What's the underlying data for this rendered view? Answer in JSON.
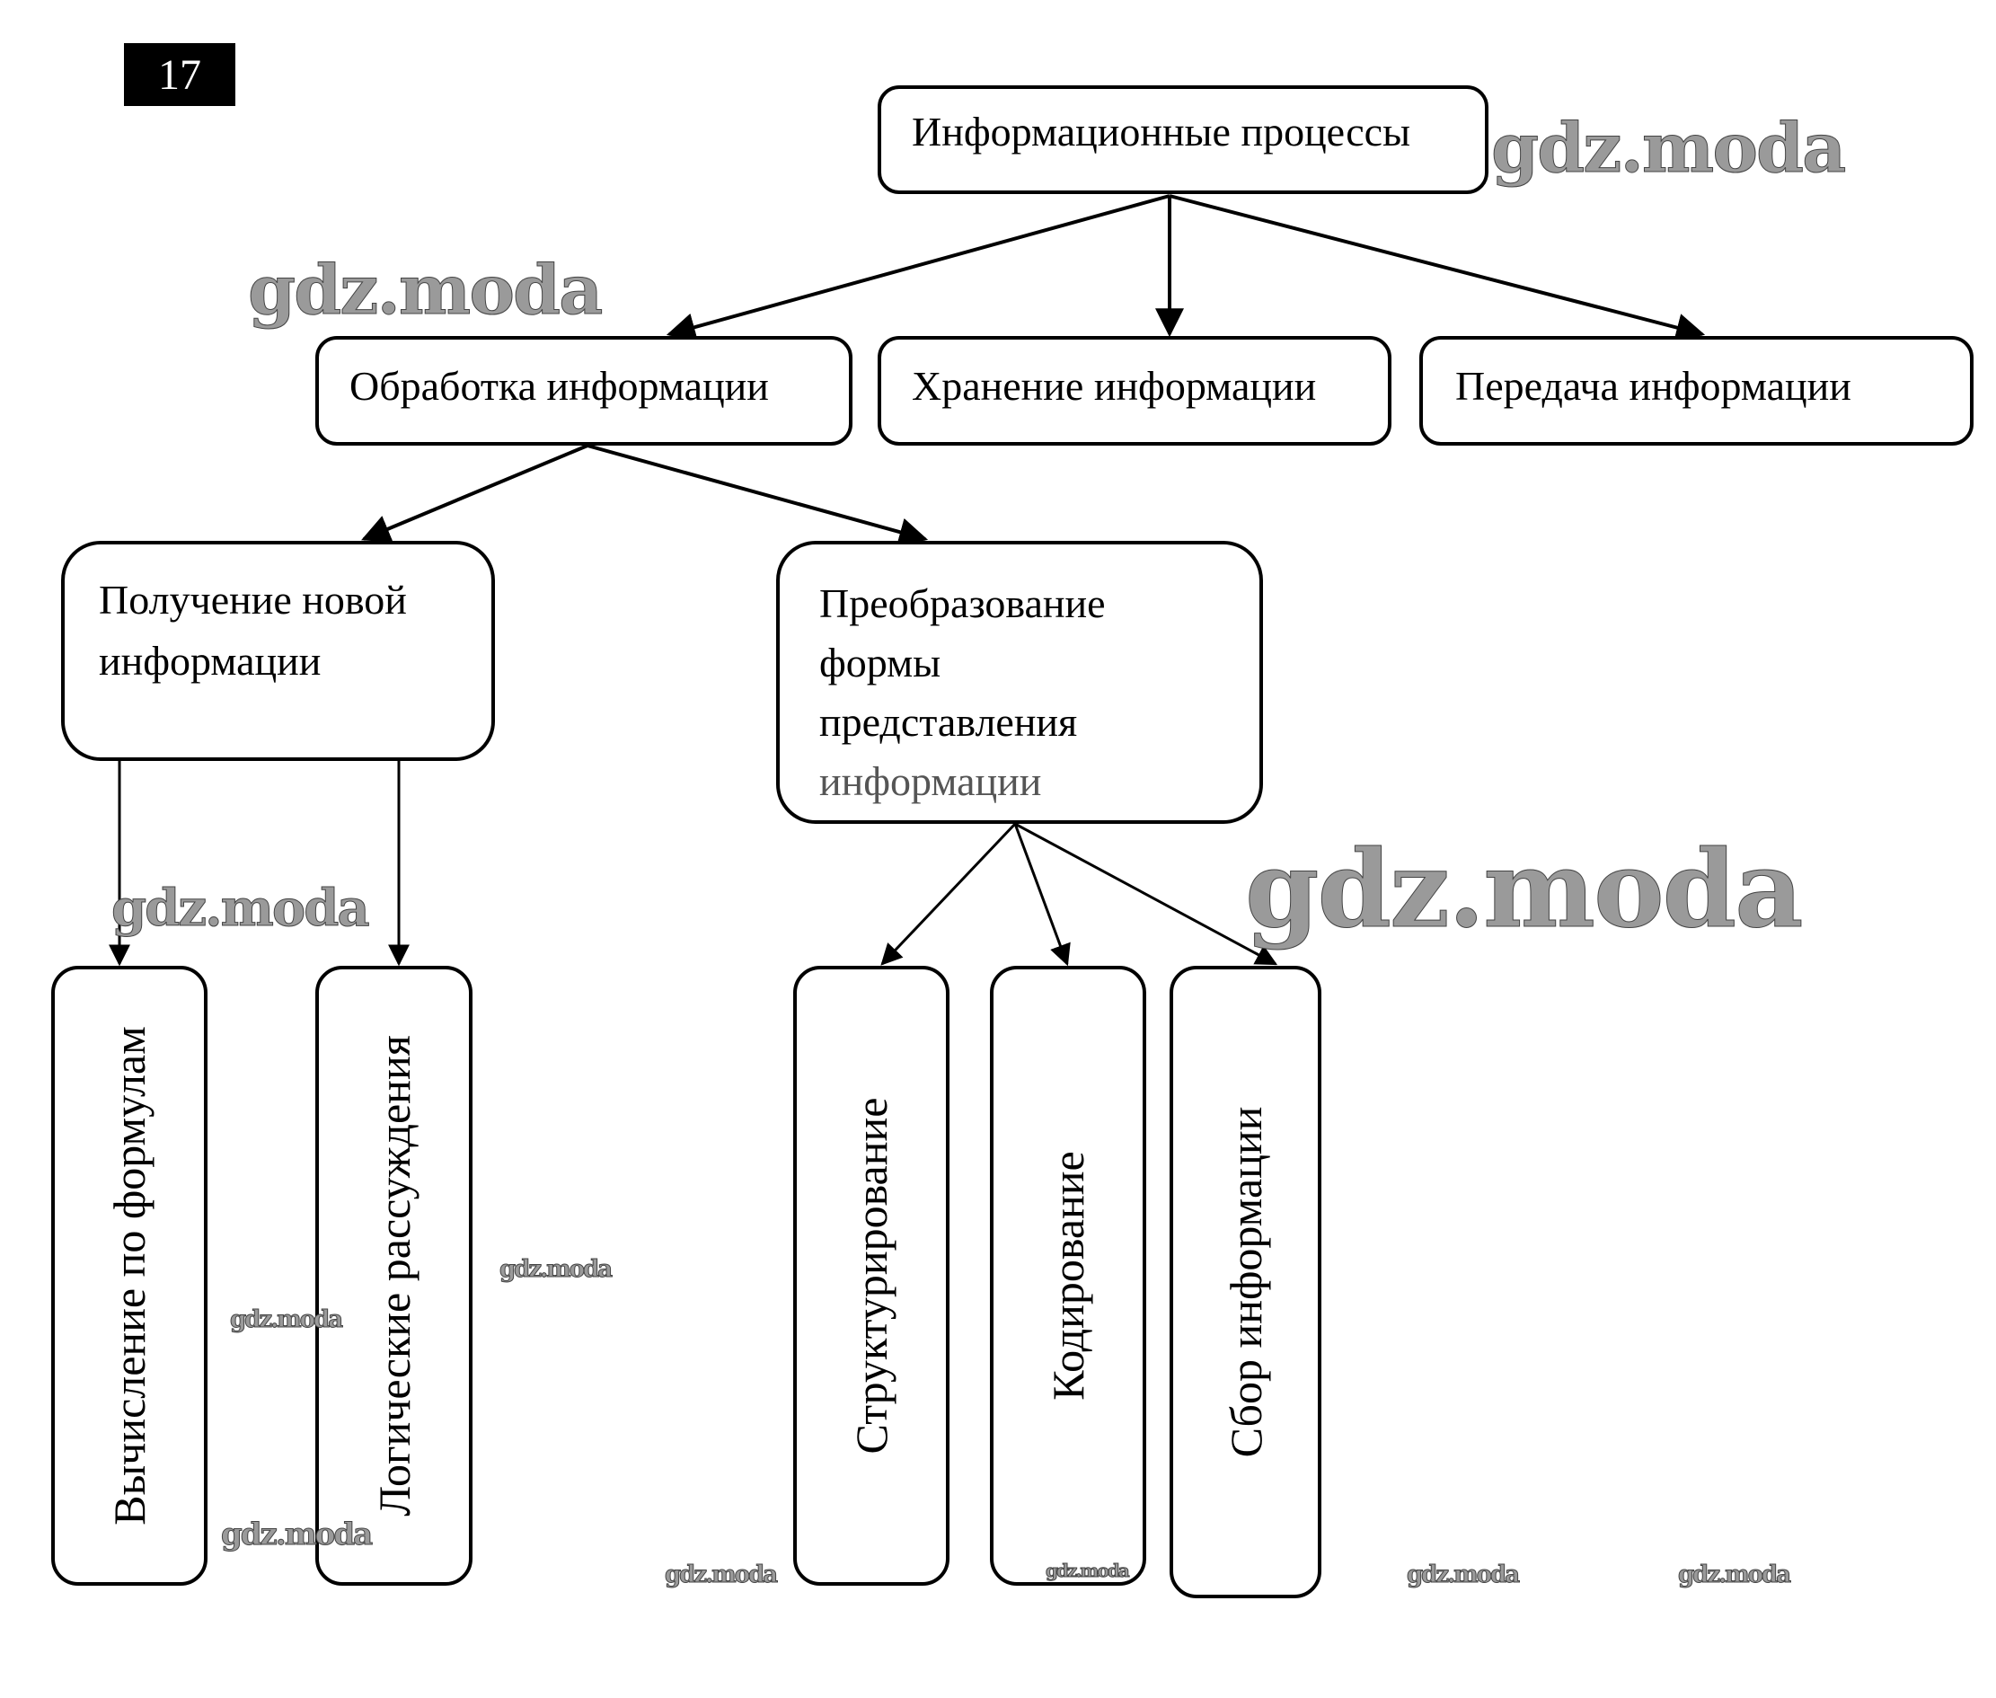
{
  "page": {
    "number": "17"
  },
  "diagram": {
    "root": {
      "label": "Информационные процессы"
    },
    "level2": [
      {
        "label": "Обработка информации"
      },
      {
        "label": "Хранение информации"
      },
      {
        "label": "Передача информации"
      }
    ],
    "level3": [
      {
        "label_lines": [
          "Получение новой",
          "информации"
        ]
      },
      {
        "label_lines": [
          "Преобразование",
          "формы",
          "представления",
          "информации"
        ]
      }
    ],
    "level4": [
      {
        "label": "Вычисление по формулам"
      },
      {
        "label": "Логические рассуждения"
      },
      {
        "label": "Структурирование"
      },
      {
        "label": "Кодирование"
      },
      {
        "label": "Сбор информации"
      }
    ],
    "edges": [
      {
        "from": "Информационные процессы",
        "to": "Обработка информации"
      },
      {
        "from": "Информационные процессы",
        "to": "Хранение информации"
      },
      {
        "from": "Информационные процессы",
        "to": "Передача информации"
      },
      {
        "from": "Обработка информации",
        "to": "Получение новой информации"
      },
      {
        "from": "Обработка информации",
        "to": "Преобразование формы представления информации"
      },
      {
        "from": "Получение новой информации",
        "to": "Вычисление по формулам"
      },
      {
        "from": "Получение новой информации",
        "to": "Логические рассуждения"
      },
      {
        "from": "Преобразование формы представления информации",
        "to": "Структурирование"
      },
      {
        "from": "Преобразование формы представления информации",
        "to": "Кодирование"
      },
      {
        "from": "Преобразование формы представления информации",
        "to": "Сбор информации"
      }
    ]
  },
  "watermark": {
    "text": "gdz.moda"
  }
}
